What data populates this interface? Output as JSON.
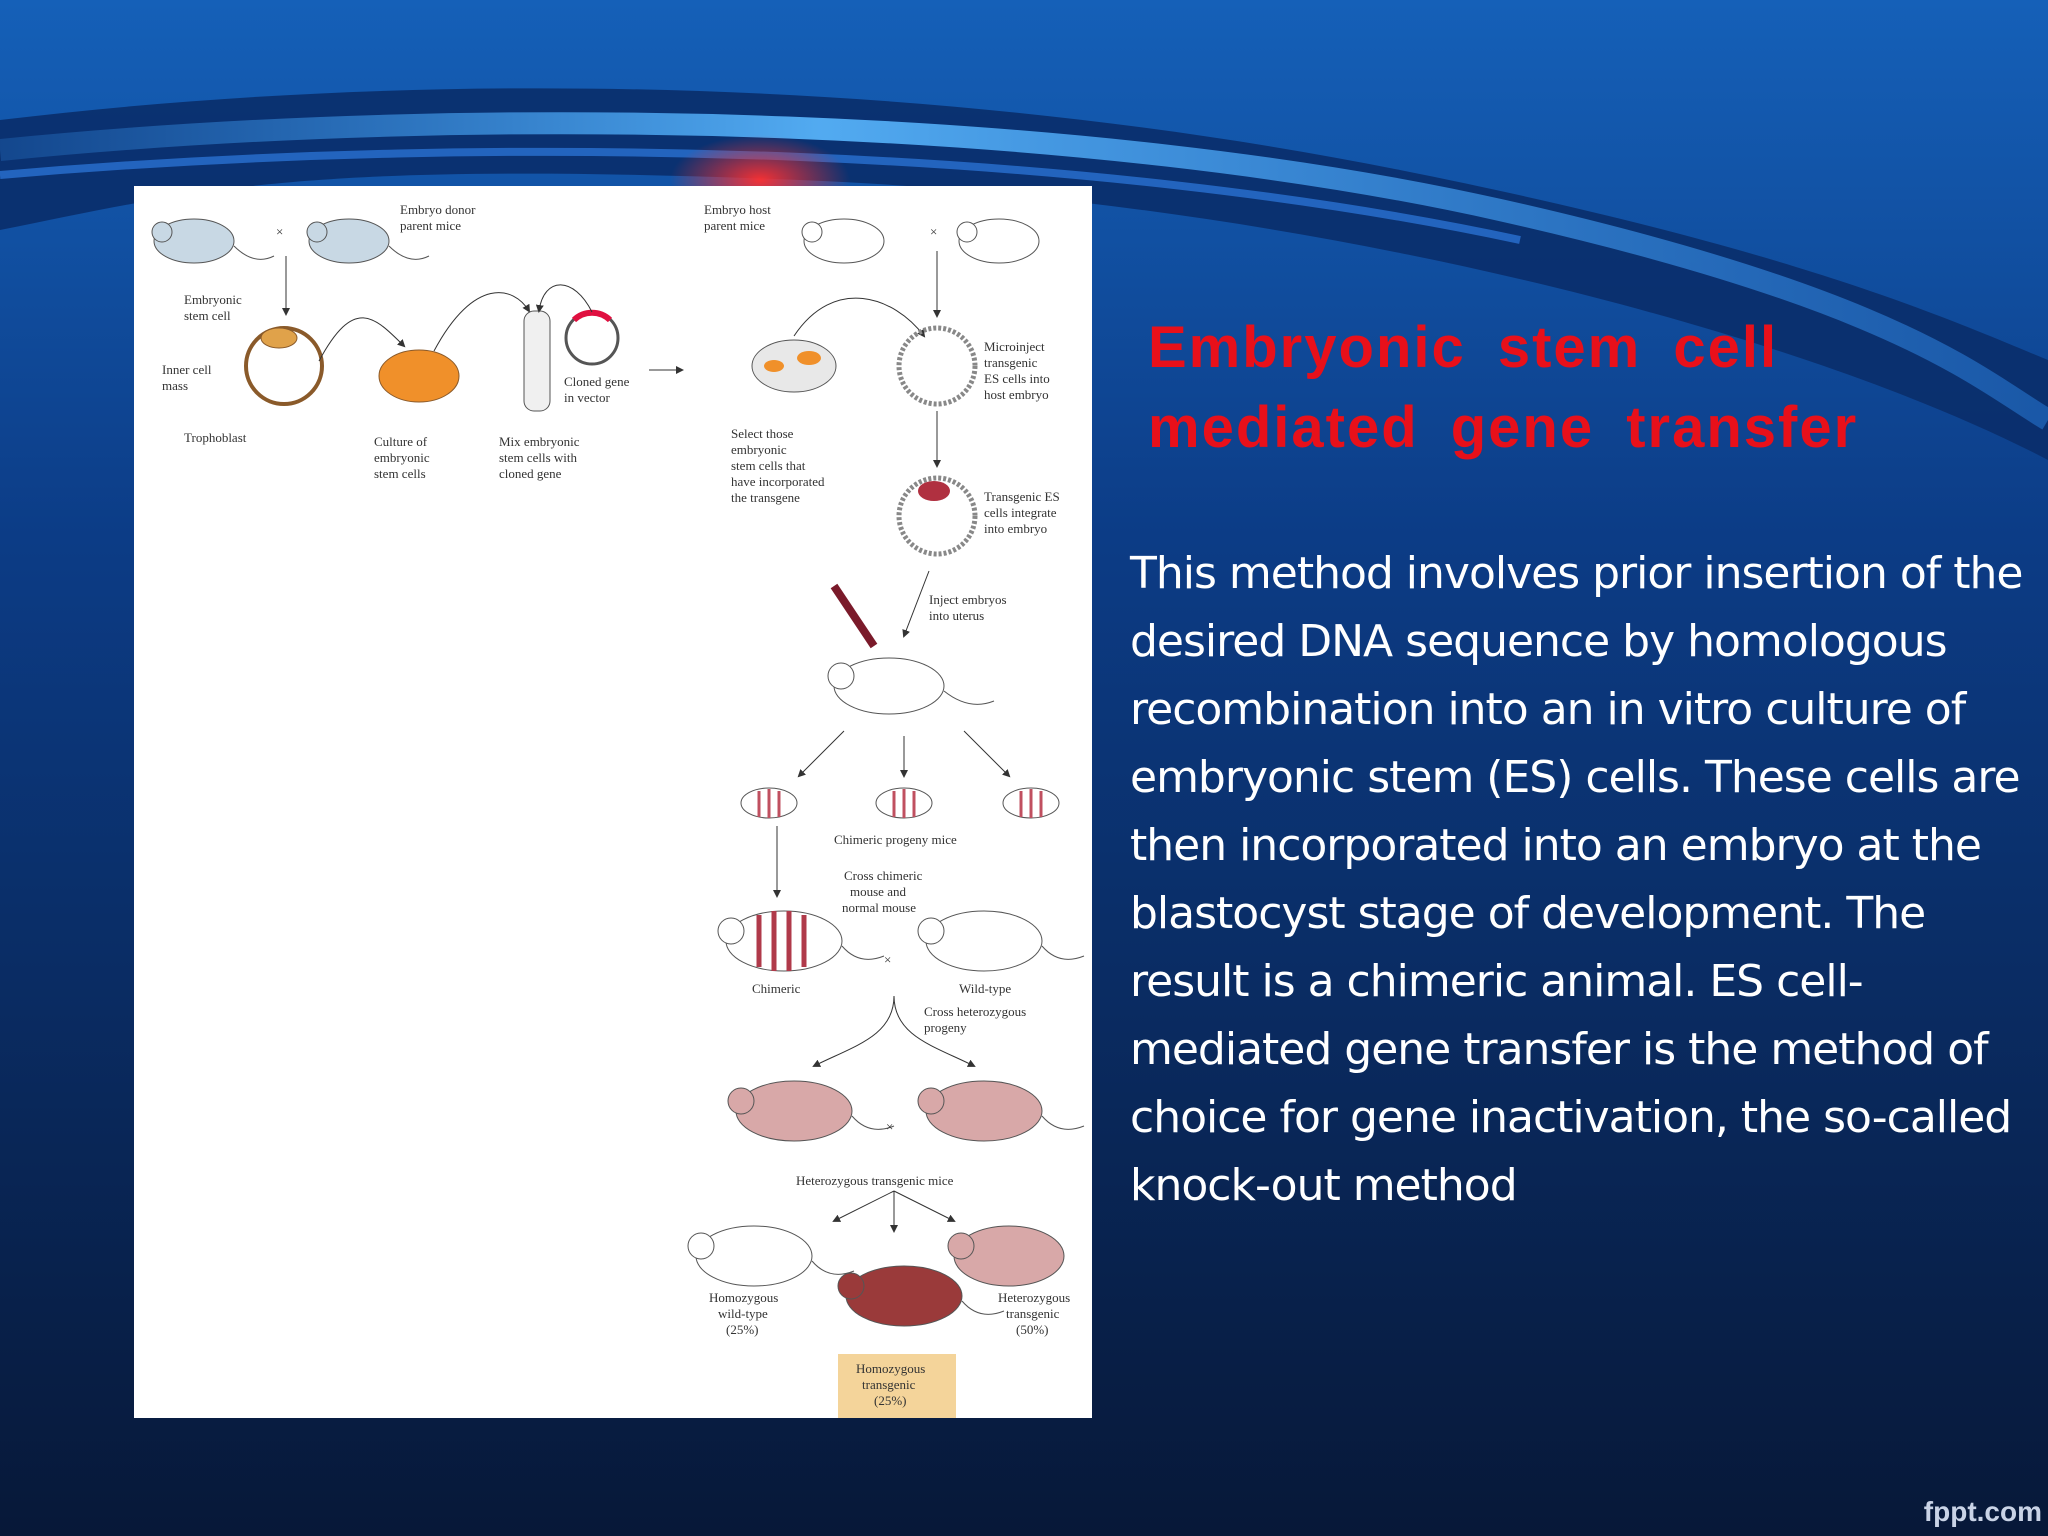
{
  "slide": {
    "title_line1": "Embryonic  stem  cell",
    "title_line2": "mediated  gene  transfer",
    "body": "This method involves prior insertion of the desired DNA sequence by homologous recombination into an in vitro culture of embryonic stem (ES) cells. These cells are then incorporated into an embryo at the blastocyst stage of development. The result is a chimeric animal. ES cell-mediated gene transfer is the method of choice for gene inactivation, the so-called knock-out method",
    "watermark": "fppt.com"
  },
  "colors": {
    "title": "#e8101a",
    "body": "#ffffff",
    "background": "#0a1f4a"
  },
  "diagram": {
    "embryo_donor": [
      "Embryo donor",
      "parent mice"
    ],
    "embryonic_stem_cell": [
      "Embryonic",
      "stem cell"
    ],
    "inner_cell_mass": [
      "Inner cell",
      "mass"
    ],
    "trophoblast": "Trophoblast",
    "culture": [
      "Culture of",
      "embryonic",
      "stem cells"
    ],
    "mix": [
      "Mix embryonic",
      "stem cells with",
      "cloned gene"
    ],
    "cloned_gene": [
      "Cloned gene",
      "in vector"
    ],
    "embryo_host": [
      "Embryo host",
      "parent mice"
    ],
    "select": [
      "Select those",
      "embryonic",
      "stem cells that",
      "have incorporated",
      "the transgene"
    ],
    "microinject": [
      "Microinject",
      "transgenic",
      "ES cells into",
      "host embryo"
    ],
    "integrate": [
      "Transgenic ES",
      "cells integrate",
      "into embryo"
    ],
    "inject": [
      "Inject embryos",
      "into uterus"
    ],
    "chimeric_progeny": "Chimeric progeny mice",
    "cross_chimeric": [
      "Cross chimeric",
      "mouse and",
      "normal mouse"
    ],
    "chimeric": "Chimeric",
    "wild_type": "Wild-type",
    "cross_hetero": [
      "Cross heterozygous",
      "progeny"
    ],
    "hetero_mice": "Heterozygous transgenic mice",
    "homo_wild": [
      "Homozygous",
      "wild-type",
      "(25%)"
    ],
    "hetero_transgenic": [
      "Heterozygous",
      "transgenic",
      "(50%)"
    ],
    "homo_transgenic": [
      "Homozygous",
      "transgenic",
      "(25%)"
    ],
    "cross_symbol": "×"
  }
}
